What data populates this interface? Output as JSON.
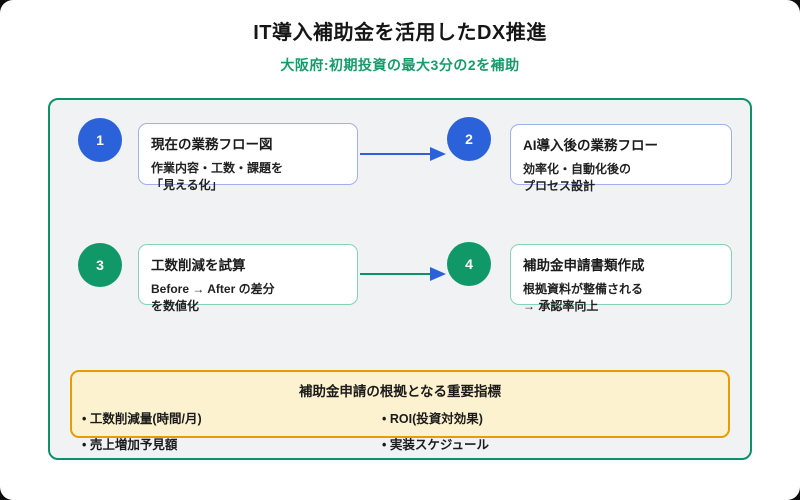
{
  "header": {
    "title": "IT導入補助金を活用したDX推進",
    "subtitle": "大阪府:初期投資の最大3分の2を補助"
  },
  "steps": [
    {
      "num": "1",
      "theme": "blue",
      "title": "現在の業務フロー図",
      "body": "作業内容・工数・課題を\n「見える化」"
    },
    {
      "num": "2",
      "theme": "blue",
      "title": "AI導入後の業務フロー",
      "body": "効率化・自動化後の\nプロセス設計"
    },
    {
      "num": "3",
      "theme": "green",
      "title": "工数削減を試算",
      "body": "Before → After の差分\nを数値化"
    },
    {
      "num": "4",
      "theme": "green",
      "title": "補助金申請書類作成",
      "body": "根拠資料が整備される\n→ 承認率向上"
    }
  ],
  "metrics": {
    "title": "補助金申請の根拠となる重要指標",
    "items": [
      "工数削減量(時間/月)",
      "売上増加予見額",
      "ROI(投資対効果)",
      "実装スケジュール"
    ]
  },
  "colors": {
    "accent_blue": "#2c62d9",
    "accent_green": "#119868",
    "container_border_green": "#0e9168",
    "subtitle_green": "#169c6a",
    "metrics_border_orange": "#e79b04",
    "metrics_bg_cream": "#fdf2cf"
  }
}
